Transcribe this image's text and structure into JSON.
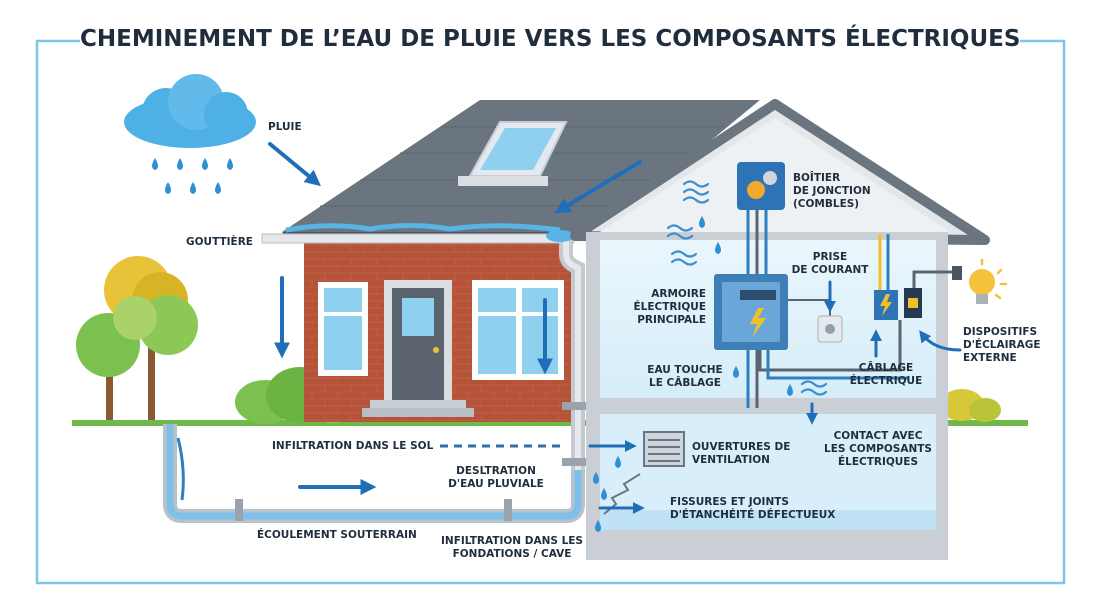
{
  "title": "CHEMINEMENT DE L’EAU DE PLUIE VERS LES COMPOSANTS ÉLECTRIQUES",
  "labels": {
    "pluie": "PLUIE",
    "gouttiere": "GOUTTIÈRE",
    "boitier": "BOÎTIER\nDE JONCTION\n(COMBLES)",
    "prise": "PRISE\nDE COURANT",
    "armoire": "ARMOIRE\nÉLECTRIQUE\nPRINCIPALE",
    "dispositifs": "DISPOSITIFS\nD'ÉCLAIRAGE\nEXTERNE",
    "eau_cablage": "EAU TOUCHE\nLE CÂBLAGE",
    "cablage": "CÂBLAGE\nÉLECTRIQUE",
    "infiltration_sol": "INFILTRATION DANS LE SOL",
    "contact": "CONTACT AVEC\nLES COMPOSANTS\nÉLECTRIQUES",
    "ouvertures": "OUVERTURES DE\nVENTILATION",
    "deslstration": "DESLTRATION\nD'EAU PLUVIALE",
    "fissures": "FISSURES ET JOINTS\nD'ÉTANCHÉITÉ DÉFECTUEUX",
    "ecoulement": "ÉCOULEMENT SOUTERRAIN",
    "infiltration_fondations": "INFILTRATION DANS LES\nFONDATIONS / CAVE"
  },
  "colors": {
    "water": "#1e6fb8",
    "frame": "#7ec6e6",
    "brick": "#b8553a",
    "roof": "#6b7580",
    "text": "#1f2d3d"
  }
}
